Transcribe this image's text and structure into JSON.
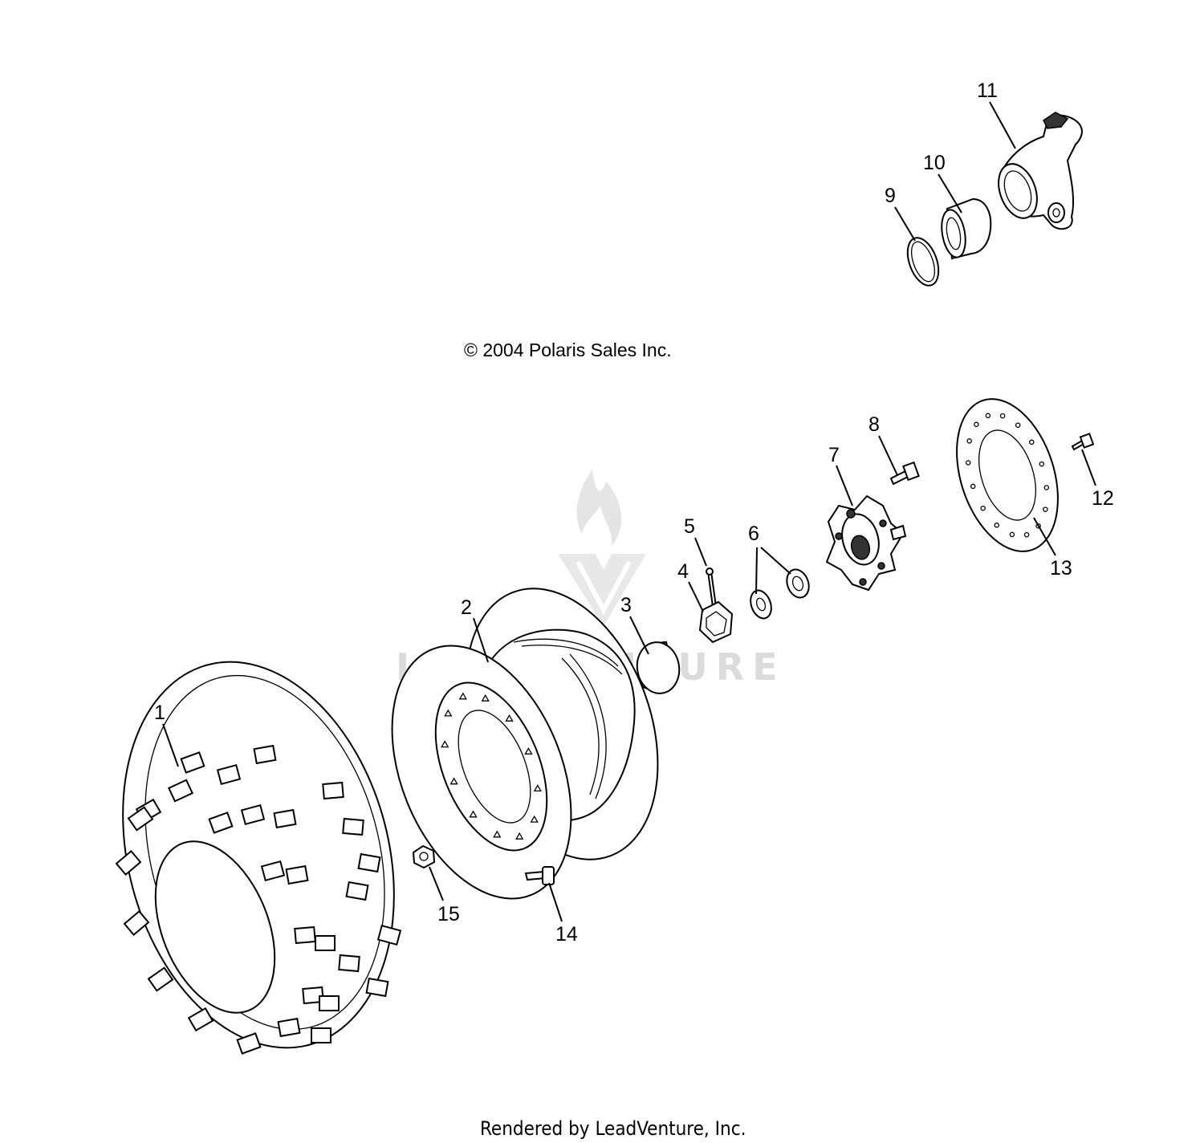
{
  "diagram": {
    "copyright": "© 2004 Polaris Sales Inc.",
    "footer": "Rendered by LeadVenture, Inc.",
    "watermark_text": "LEADVENTURE",
    "callouts": [
      "1",
      "2",
      "3",
      "4",
      "5",
      "6",
      "7",
      "8",
      "9",
      "10",
      "11",
      "12",
      "13",
      "14",
      "15"
    ]
  }
}
